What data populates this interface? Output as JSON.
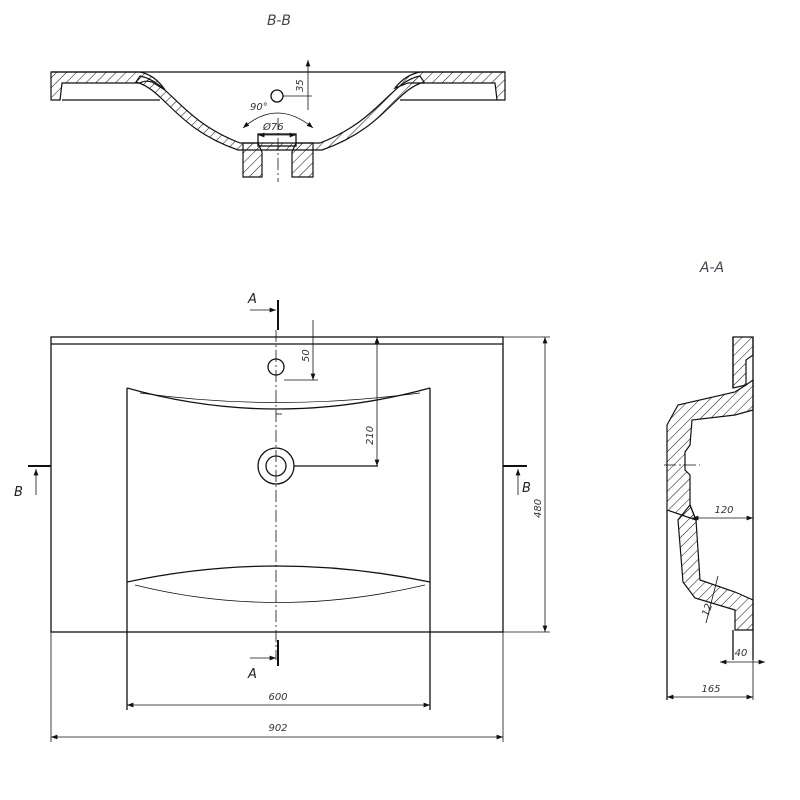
{
  "sections": {
    "bb_title": "B-B",
    "aa_title": "A-A",
    "mark_a_top": "A",
    "mark_a_bottom": "A",
    "mark_b_left": "B",
    "mark_b_right": "B"
  },
  "dimensions": {
    "bb_height": "35",
    "bb_angle": "90°",
    "bb_drain_diameter": "Ø76",
    "tap_offset": "50",
    "drain_offset": "210",
    "depth": "480",
    "bowl_width": "600",
    "total_width": "902",
    "aa_bowl_depth": "120",
    "aa_wall": "12",
    "aa_rim": "40",
    "aa_height": "165"
  }
}
